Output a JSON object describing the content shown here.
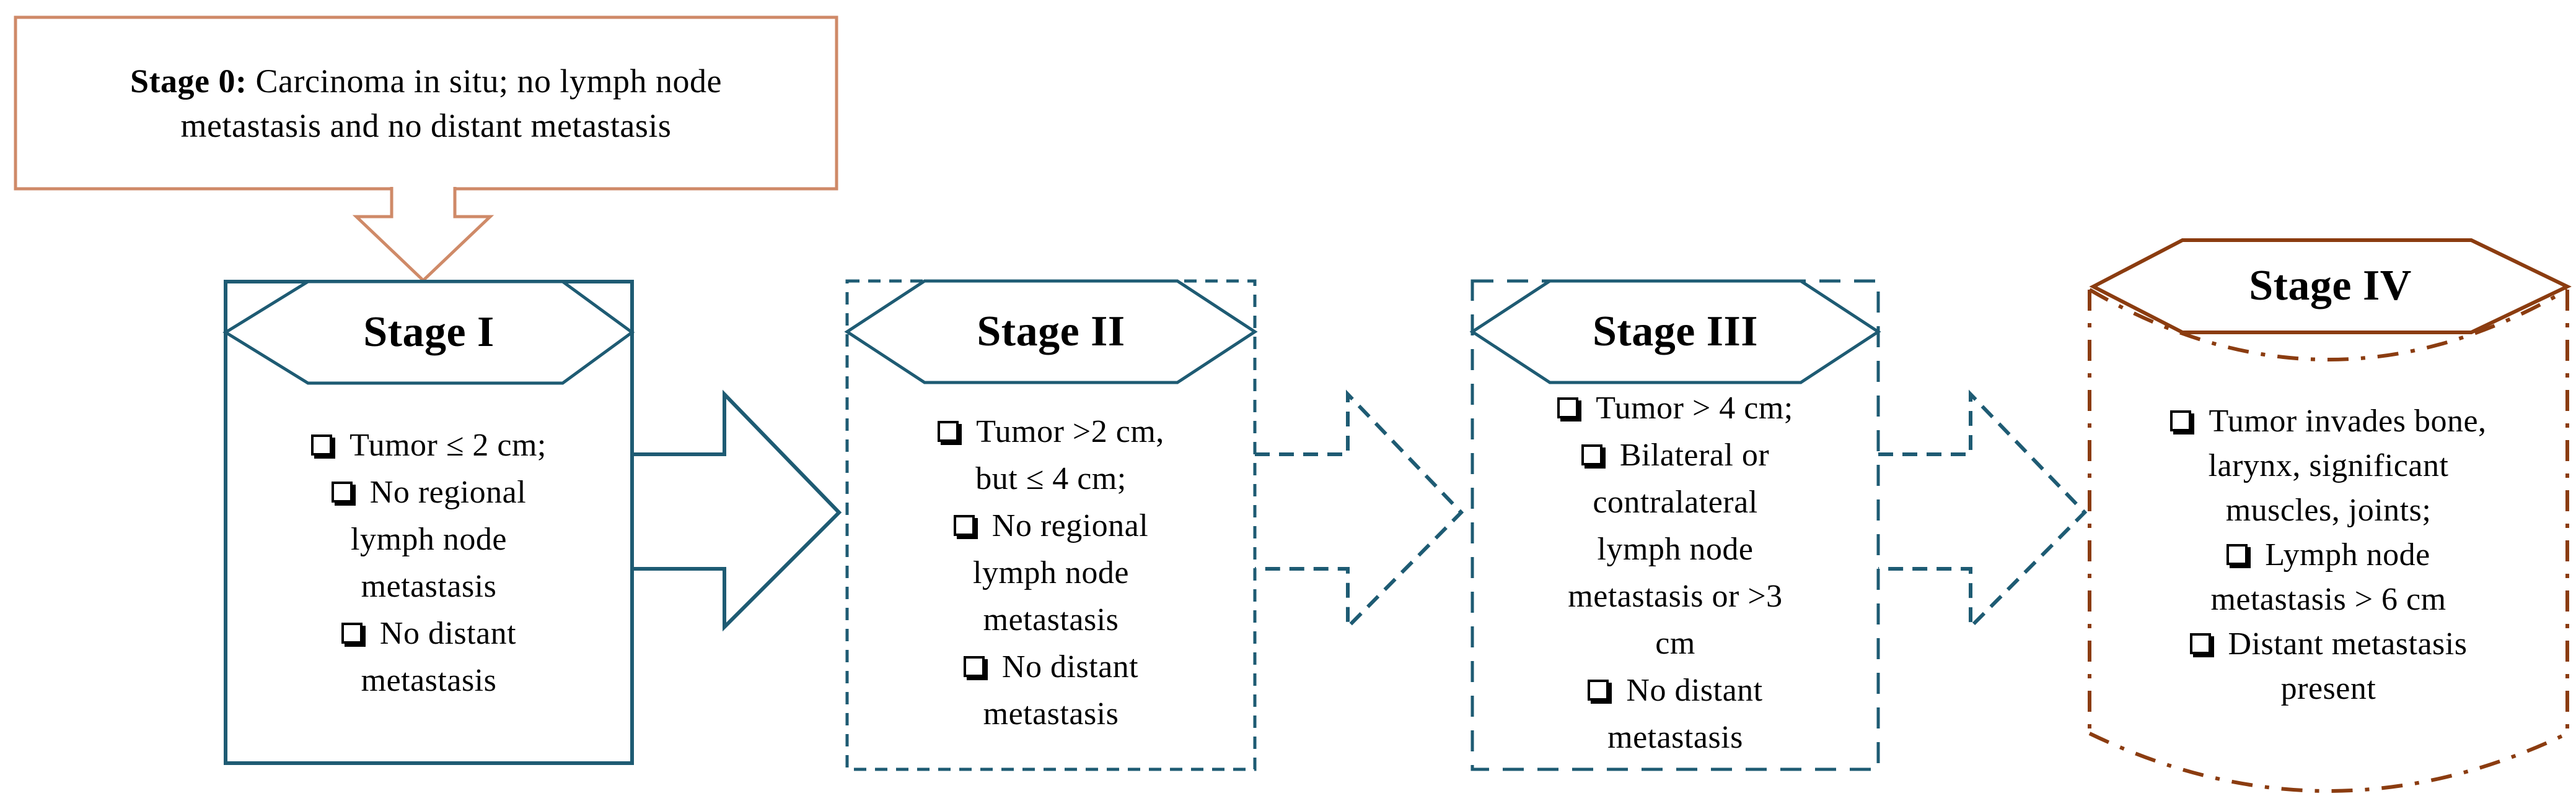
{
  "colors": {
    "teal": "#1E5B73",
    "salmon": "#CF8A68",
    "brown": "#8B3C10",
    "ink": "#000000"
  },
  "stage0": {
    "bold_label": "Stage 0:",
    "line1_rest": " Carcinoma in situ; no lymph node",
    "line2": "metastasis and no distant metastasis"
  },
  "stage1": {
    "title": "Stage I",
    "items": [
      {
        "lines": [
          "Tumor ≤ 2 cm;"
        ]
      },
      {
        "lines": [
          "No regional",
          "lymph node",
          "metastasis"
        ]
      },
      {
        "lines": [
          "No distant",
          "metastasis"
        ]
      }
    ]
  },
  "stage2": {
    "title": "Stage II",
    "items": [
      {
        "lines": [
          "Tumor >2 cm,",
          "but ≤ 4 cm;"
        ]
      },
      {
        "lines": [
          "No regional",
          "lymph node",
          "metastasis"
        ]
      },
      {
        "lines": [
          "No distant",
          "metastasis"
        ]
      }
    ]
  },
  "stage3": {
    "title": "Stage III",
    "items": [
      {
        "lines": [
          "Tumor > 4 cm;"
        ]
      },
      {
        "lines": [
          "Bilateral or",
          "contralateral",
          "lymph node",
          "metastasis or >3",
          "cm"
        ]
      },
      {
        "lines": [
          "No distant",
          "metastasis"
        ]
      }
    ]
  },
  "stage4": {
    "title": "Stage IV",
    "items": [
      {
        "lines": [
          "Tumor invades bone,",
          "larynx, significant",
          "muscles, joints;"
        ]
      },
      {
        "lines": [
          "Lymph node",
          "metastasis > 6 cm"
        ]
      },
      {
        "lines": [
          "Distant metastasis",
          "present"
        ]
      }
    ]
  }
}
